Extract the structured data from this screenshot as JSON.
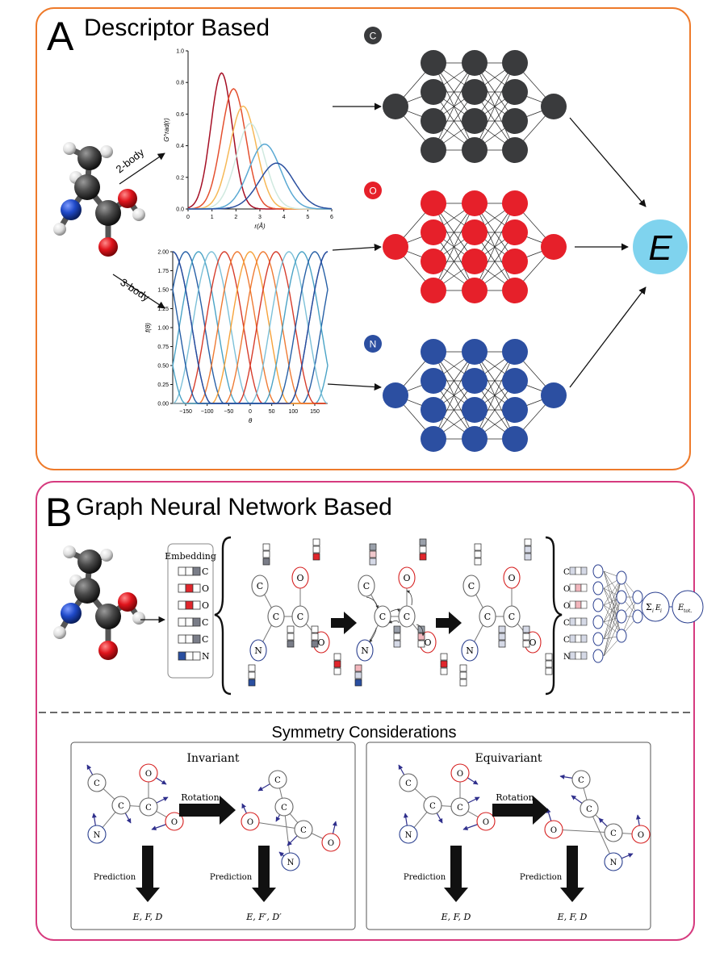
{
  "panel_a": {
    "letter": "A",
    "title": "Descriptor Based",
    "edge_2body": "2-body",
    "edge_3body": "3-body",
    "networks": [
      {
        "label": "C",
        "color": "#3a3b3d"
      },
      {
        "label": "O",
        "color": "#e6202a"
      },
      {
        "label": "N",
        "color": "#2c4fa1"
      }
    ],
    "output_label": "E",
    "output_color": "#7fd3ee",
    "border_color": "#ee7a2a"
  },
  "chart_data": [
    {
      "type": "line",
      "ylabel": "G^rad(r)",
      "xlabel": "r(Å)",
      "xlim": [
        0,
        6
      ],
      "ylim": [
        0,
        1.0
      ],
      "xticks": [
        "0",
        "1",
        "2",
        "3",
        "4",
        "5",
        "6"
      ],
      "yticks": [
        "0.0",
        "0.2",
        "0.4",
        "0.6",
        "0.8",
        "1.0"
      ],
      "series": [
        {
          "peak_x": 1.4,
          "peak_y": 0.86,
          "color": "#a50f25"
        },
        {
          "peak_x": 1.9,
          "peak_y": 0.76,
          "color": "#e4502f"
        },
        {
          "peak_x": 2.3,
          "peak_y": 0.65,
          "color": "#f6b857"
        },
        {
          "peak_x": 2.6,
          "peak_y": 0.54,
          "color": "#cfe9df"
        },
        {
          "peak_x": 3.2,
          "peak_y": 0.41,
          "color": "#5aa9d3"
        },
        {
          "peak_x": 3.7,
          "peak_y": 0.29,
          "color": "#2a4f9f"
        }
      ]
    },
    {
      "type": "line",
      "ylabel": "f(θ)",
      "xlabel": "θ",
      "xlim": [
        -180,
        180
      ],
      "ylim": [
        0,
        2.0
      ],
      "xticks": [
        "−150",
        "−100",
        "−50",
        "0",
        "50",
        "100",
        "150"
      ],
      "yticks": [
        "0.00",
        "0.25",
        "0.50",
        "0.75",
        "1.00",
        "1.25",
        "1.50",
        "1.75",
        "2.00"
      ],
      "series_shifts_deg": [
        -160,
        -140,
        -120,
        -100,
        -80,
        -60,
        -40,
        -20,
        0,
        20,
        40,
        60,
        80,
        100,
        120,
        140,
        160,
        180
      ],
      "series_colors": [
        "#f6a23a",
        "#ee7a33",
        "#e4502f",
        "#d63c2b",
        "#7cc0d8",
        "#4aa3c6",
        "#2f7fb6",
        "#265fa6",
        "#2a4f9f"
      ]
    }
  ],
  "panel_b": {
    "letter": "B",
    "title": "Graph Neural Network Based",
    "embedding_label": "Embedding",
    "embedding_rows": [
      {
        "atom": "C",
        "cells": [
          "#ffffff",
          "#ffffff",
          "#7a7d88"
        ]
      },
      {
        "atom": "O",
        "cells": [
          "#ffffff",
          "#e0262c",
          "#ffffff"
        ]
      },
      {
        "atom": "O",
        "cells": [
          "#ffffff",
          "#e0262c",
          "#ffffff"
        ]
      },
      {
        "atom": "C",
        "cells": [
          "#ffffff",
          "#ffffff",
          "#7a7d88"
        ]
      },
      {
        "atom": "C",
        "cells": [
          "#ffffff",
          "#ffffff",
          "#7a7d88"
        ]
      },
      {
        "atom": "N",
        "cells": [
          "#2a4fa0",
          "#ffffff",
          "#ffffff"
        ]
      }
    ],
    "graph_atoms": [
      "C",
      "O",
      "C",
      "C",
      "O",
      "N"
    ],
    "readout_rows": [
      "C",
      "O",
      "O",
      "C",
      "C",
      "N"
    ],
    "sum_label": "Σ",
    "sum_sub": "i",
    "sum_label2": "E",
    "sum_sub2": "i",
    "etot_label": "E",
    "etot_sub": "tot.",
    "border_color": "#d63b7f"
  },
  "symmetry": {
    "title": "Symmetry Considerations",
    "invariant": {
      "title": "Invariant",
      "rotation": "Rotation",
      "prediction_left": "Prediction",
      "prediction_right": "Prediction",
      "result_left": "E, F, D",
      "result_right": "E, F′, D′"
    },
    "equivariant": {
      "title": "Equivariant",
      "rotation": "Rotation",
      "prediction_left": "Prediction",
      "prediction_right": "Prediction",
      "result_left": "E, F, D",
      "result_right": "E, F, D"
    },
    "arrow_color": "#2f2f8c"
  }
}
